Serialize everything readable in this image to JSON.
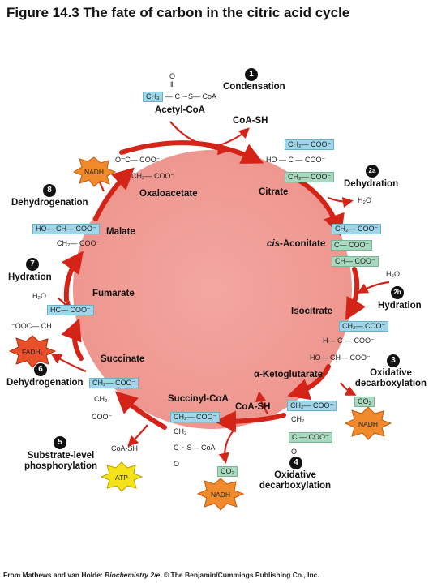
{
  "title": "Figure 14.3  The fate of carbon in the citric acid cycle",
  "credit_prefix": "From Mathews and van Holde: ",
  "credit_book": "Biochemistry 2/e",
  "credit_suffix": ", © The Benjamin/Cummings Publishing Co., Inc.",
  "metabolites": {
    "acetyl_coa": "Acetyl-CoA",
    "citrate": "Citrate",
    "cis_prefix": "cis",
    "cis_aconitate": "-Aconitate",
    "isocitrate": "Isocitrate",
    "alpha": "α",
    "ketoglutarate": "-Ketoglutarate",
    "succinyl_coa": "Succinyl-CoA",
    "succinate": "Succinate",
    "fumarate": "Fumarate",
    "malate": "Malate",
    "oxaloacetate": "Oxaloacetate"
  },
  "steps": {
    "s1": {
      "num": "1",
      "label": "Condensation"
    },
    "s2a": {
      "num": "2a",
      "label": "Dehydration"
    },
    "s2b": {
      "num": "2b",
      "label": "Hydration"
    },
    "s3": {
      "num": "3",
      "label": "Oxidative decarboxylation"
    },
    "s4": {
      "num": "4",
      "label": "Oxidative decarboxylation"
    },
    "s5": {
      "num": "5",
      "label": "Substrate-level phosphorylation"
    },
    "s6": {
      "num": "6",
      "label": "Dehydrogenation"
    },
    "s7": {
      "num": "7",
      "label": "Hydration"
    },
    "s8": {
      "num": "8",
      "label": "Dehydrogenation"
    }
  },
  "side": {
    "coash_top": "CoA-SH",
    "coash_mid": "CoA-SH",
    "coash_left": "CoA-SH",
    "h2o_a": "H₂O",
    "h2o_b": "H₂O",
    "h2o_c": "H₂O",
    "co2_a": "CO₂",
    "co2_b": "CO₂"
  },
  "cofactors": {
    "nadh_top": "NADH",
    "nadh_right": "NADH",
    "nadh_bottom": "NADH",
    "fadh2": "FADH₂",
    "atp": "ATP"
  },
  "chem": {
    "acetyl_o": "O",
    "acetyl_dbl": "‖",
    "acetyl_ch3": "CH₃",
    "acetyl_rest": "— C ∼S— CoA",
    "citrate_1": "CH₂— COO⁻",
    "citrate_2": "HO — C — COO⁻",
    "citrate_3": "CH₂— COO⁻",
    "acon_1": "CH₂— COO⁻",
    "acon_2": "C— COO⁻",
    "acon_3": "CH— COO⁻",
    "iso_1": "CH₂— COO⁻",
    "iso_2": "H— C — COO⁻",
    "iso_3": "HO— CH— COO⁻",
    "akg_1": "CH₂— COO⁻",
    "akg_2": "CH₂",
    "akg_3": "C — COO⁻",
    "akg_4": "O",
    "sc_1": "CH₂— COO⁻",
    "sc_2": "CH₂",
    "sc_3": "C ∼S— CoA",
    "sc_4": "O",
    "succ_1": "CH₂— COO⁻",
    "succ_2": "CH₂",
    "succ_3": "COO⁻",
    "fum_1": "HC— COO⁻",
    "fum_2": "⁻OOC— CH",
    "mal_1": "HO— CH— COO⁻",
    "mal_2": "CH₂— COO⁻",
    "oaa_1": "O=C— COO⁻",
    "oaa_2": "CH₂— COO⁻"
  }
}
